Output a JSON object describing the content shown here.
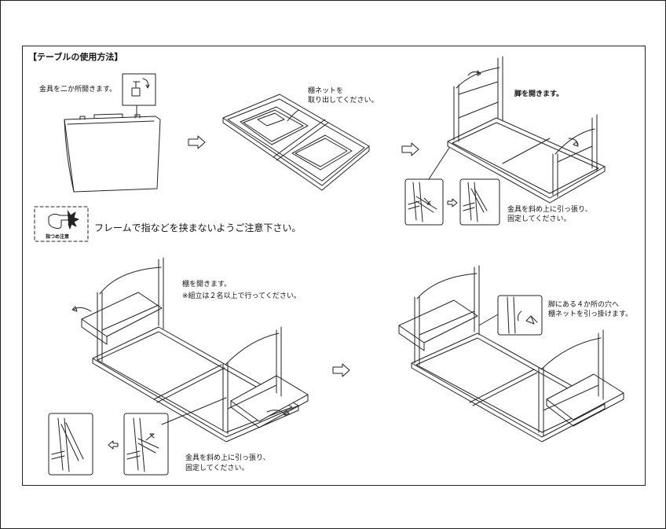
{
  "title": "【テーブルの使用方法】",
  "steps": {
    "s1": "金具を二か所開きます。",
    "s2_1": "棚ネットを",
    "s2_2": "取り出してください。",
    "s3": "脚を開きます。",
    "s4_1": "金具を斜め上に引っ張り、",
    "s4_2": "固定してください。",
    "s5_1": "棚を開きます。",
    "s5_2": "※組立は２名以上で行ってください。",
    "s6_1": "脚にある４か所の穴へ",
    "s6_2": "棚ネットを引っ掛けます。",
    "s7_1": "金具を斜め上に引っ張り、",
    "s7_2": "固定してください。"
  },
  "warning": {
    "text": "フレームで指などを挟まないようご注意下さい。",
    "badge": "指つめ注意",
    "icon": "finger-pinch-warning-icon"
  }
}
